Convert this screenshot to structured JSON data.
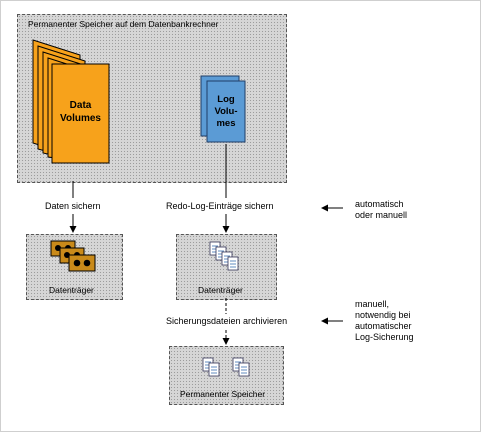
{
  "database_host": {
    "title": "Permanenter Speicher auf dem Datenbankrechner",
    "data_volumes": {
      "line1": "Data",
      "line2": "Volumes"
    },
    "log_volumes": {
      "line1": "Log",
      "line2": "Volu-",
      "line3": "mes"
    }
  },
  "steps": {
    "data_backup": "Daten sichern",
    "log_backup": "Redo-Log-Einträge sichern",
    "archive": "Sicherungsdateien archivieren"
  },
  "notes": {
    "log_backup": {
      "line1": "automatisch",
      "line2": "oder manuell"
    },
    "archive": {
      "line1": "manuell,",
      "line2": "notwendig bei",
      "line3": "automatischer",
      "line4": "Log-Sicherung"
    }
  },
  "targets": {
    "data_medium": "Datenträger",
    "log_medium": "Datenträger",
    "permanent_storage": "Permanenter Speicher"
  },
  "colors": {
    "data_volume_fill": "#f7a21b",
    "log_volume_fill": "#5b9bd5",
    "storage_fill": "#d6d6d6",
    "tape_fill": "#c98a1a"
  },
  "icons": {
    "data_medium": "tape-cassette-icon",
    "log_medium": "document-stack-icon",
    "permanent_storage": "document-pair-icon"
  }
}
